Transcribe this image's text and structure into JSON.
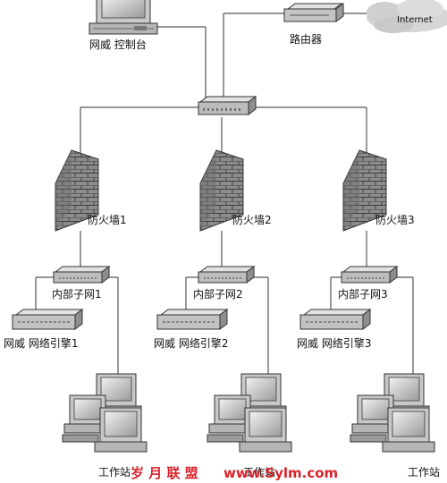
{
  "console": {
    "label": "网威 控制台"
  },
  "router": {
    "label": "路由器"
  },
  "internet": {
    "label": "Internet"
  },
  "branches": [
    {
      "firewall": "防火墙1",
      "subnet": "内部子网1",
      "engine": "网威 网络引擎1",
      "workstation": "工作站"
    },
    {
      "firewall": "防火墙2",
      "subnet": "内部子网2",
      "engine": "网威 网络引擎2",
      "workstation": "工作站"
    },
    {
      "firewall": "防火墙3",
      "subnet": "内部子网3",
      "engine": "网威 网络引擎3",
      "workstation": "工作站"
    }
  ],
  "watermark": {
    "text_cn": "岁 月 联 盟",
    "text_url": "www.Sylm.com"
  },
  "colors": {
    "wall": "#6e6e6e",
    "device": "#bdbdbd",
    "watermark": "#d8232a"
  }
}
